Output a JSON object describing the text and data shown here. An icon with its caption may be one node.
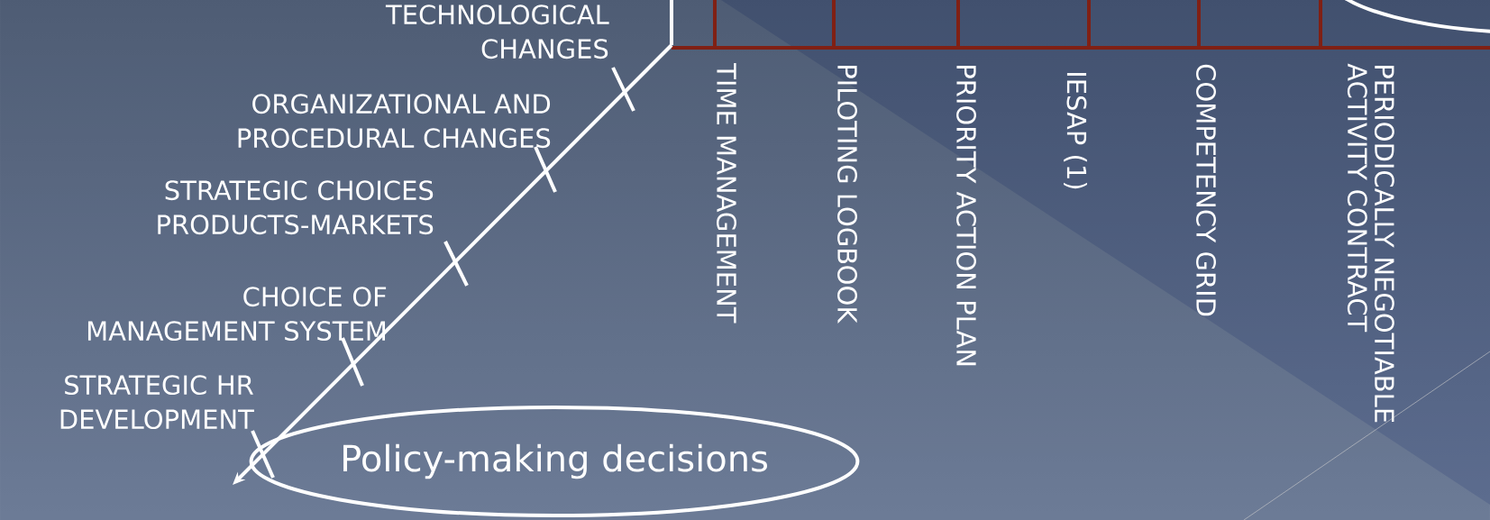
{
  "diagram": {
    "nodes": [
      {
        "text": [
          "Policy-making decisions"
        ]
      },
      {
        "text": [],
        "shape": "ellipse"
      }
    ],
    "labels": [
      "TECHNOLOGICAL CHANGES",
      "ORGANIZATIONAL AND PROCEDURAL CHANGES",
      "STRATEGIC CHOICES PRODUCTS-MARKETS",
      "CHOICE OF MANAGEMENT SYSTEM",
      "STRATEGIC HR DEVELOPMENT",
      "TIME MANAGEMENT",
      "PILOTING LOGBOOK",
      "PRIORITY ACTION PLAN",
      "IESAP (1)",
      "COMPETENCY GRID",
      "PERIODICALLY NEGOTIABLE ACTIVITY CONTRACT"
    ]
  }
}
